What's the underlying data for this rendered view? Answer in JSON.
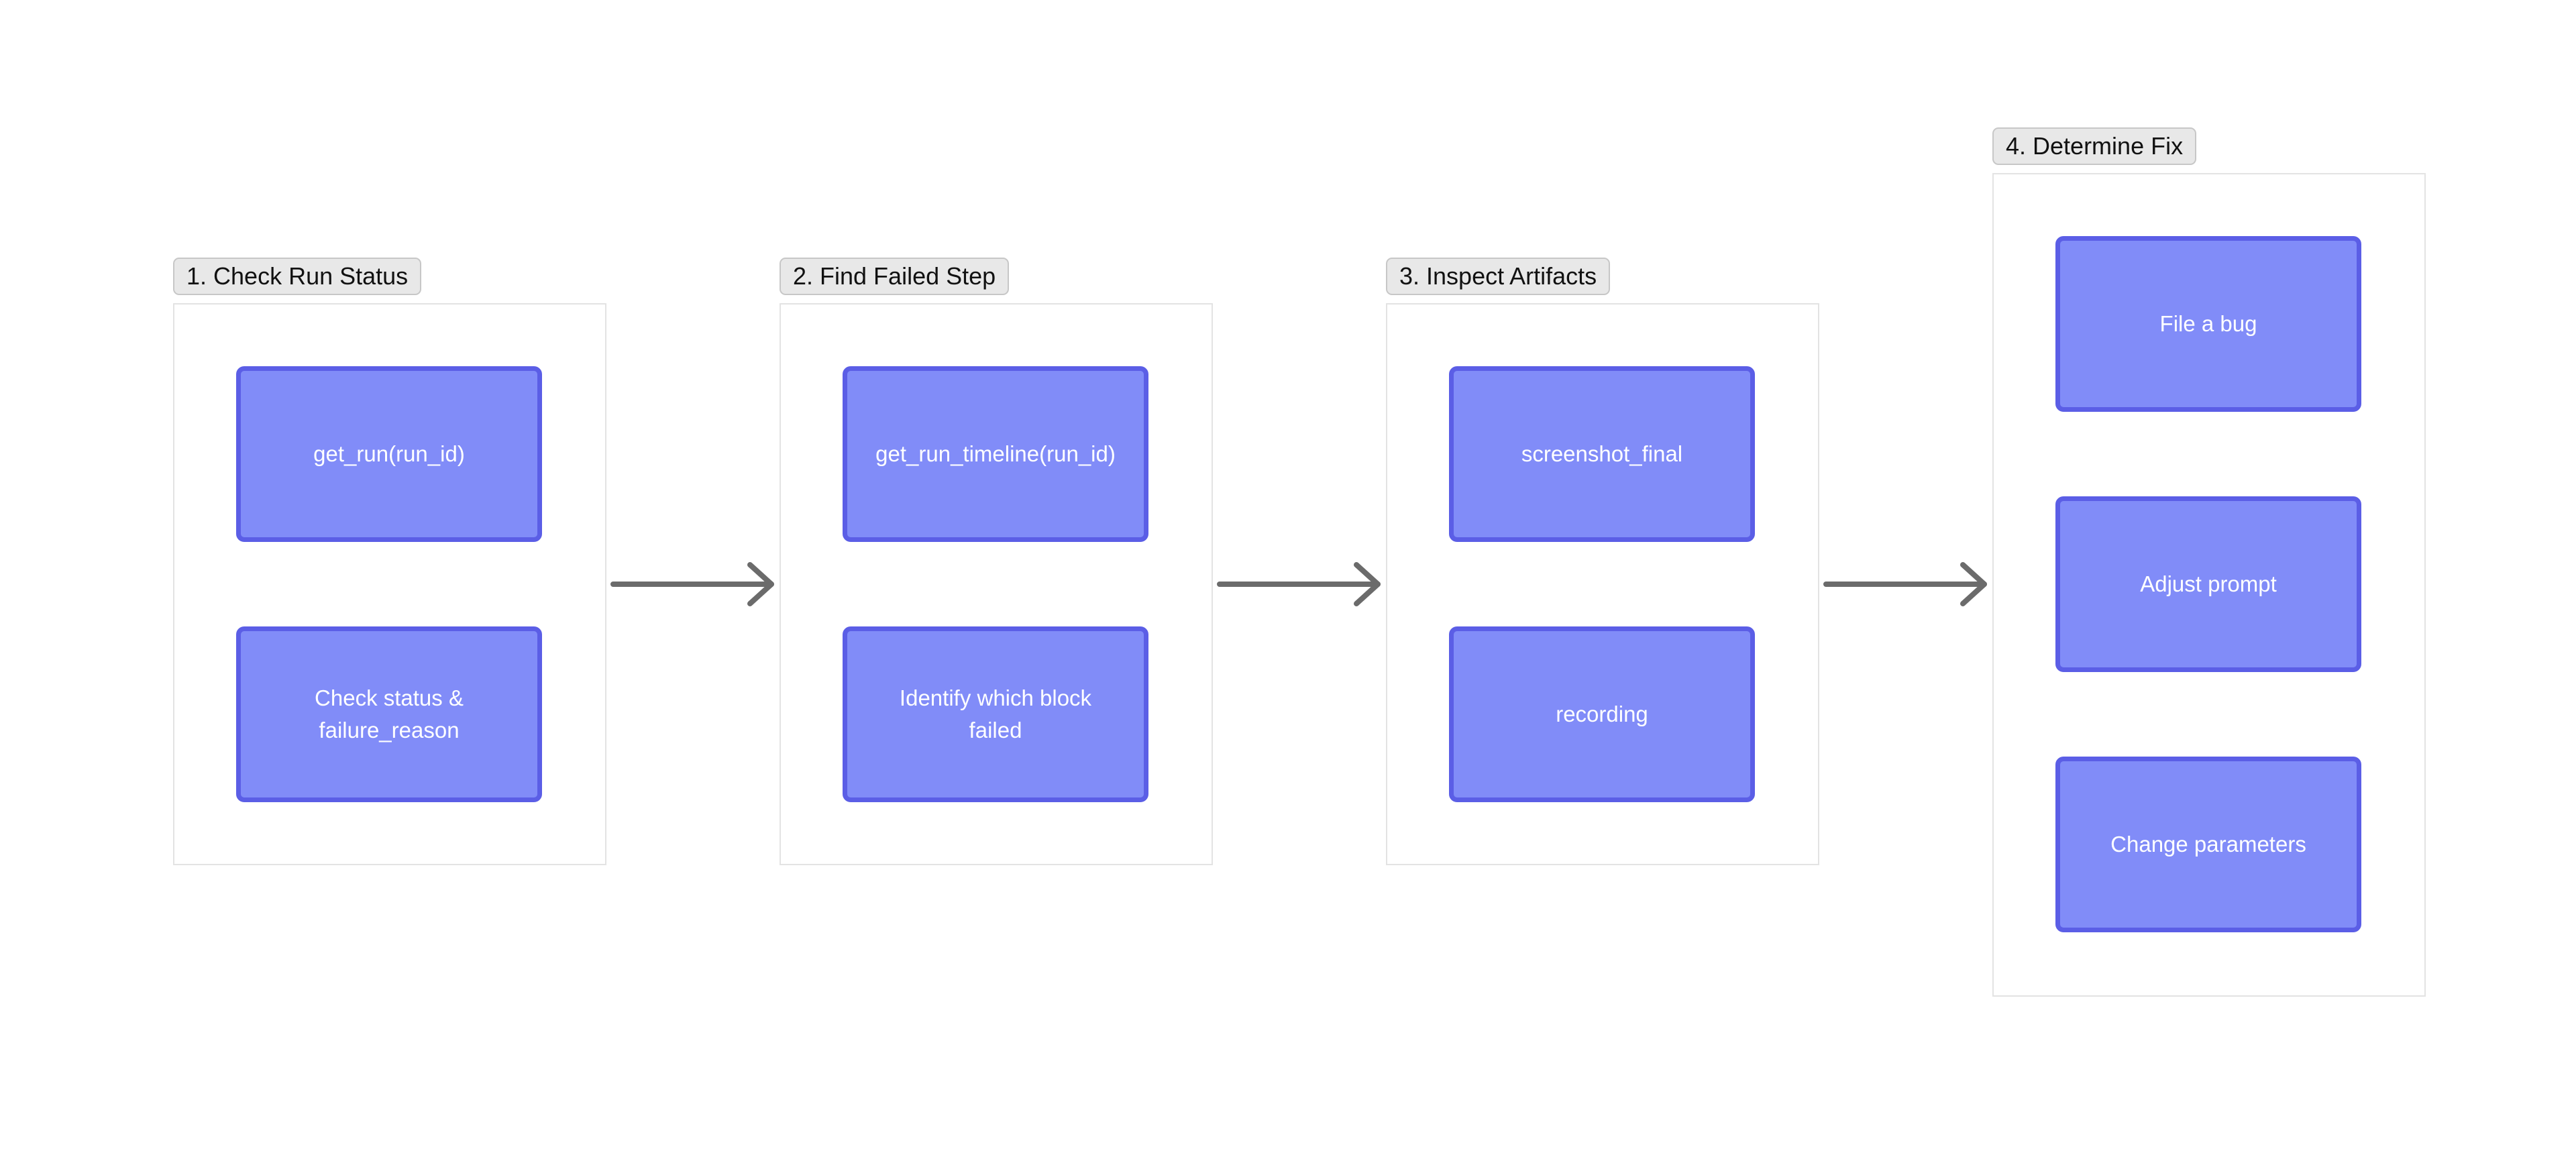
{
  "stages": [
    {
      "label": "1. Check Run Status",
      "nodes": [
        "get_run(run_id)",
        "Check status & failure_reason"
      ]
    },
    {
      "label": "2. Find Failed Step",
      "nodes": [
        "get_run_timeline(run_id)",
        "Identify which block failed"
      ]
    },
    {
      "label": "3. Inspect Artifacts",
      "nodes": [
        "screenshot_final",
        "recording"
      ]
    },
    {
      "label": "4. Determine Fix",
      "nodes": [
        "File a bug",
        "Adjust prompt",
        "Change parameters"
      ]
    }
  ],
  "colors": {
    "node_fill": "#818cf8",
    "node_border": "#5b5ee6",
    "node_text": "#ffffff",
    "arrow": "#6b6b6b",
    "label_fill": "#e8e8e8",
    "frame_border": "#e3e3e3"
  }
}
